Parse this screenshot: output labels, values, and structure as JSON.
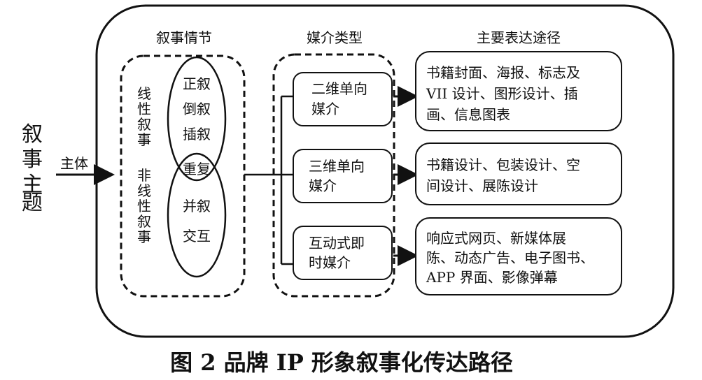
{
  "subject": {
    "chars": [
      "叙",
      "事",
      "主",
      "题"
    ]
  },
  "arrow_label": "主体",
  "columns": {
    "narrative_plot": "叙事情节",
    "media_type": "媒介类型",
    "expression": "主要表达途径"
  },
  "narrative": {
    "linear": [
      "线",
      "性",
      "叙",
      "事"
    ],
    "nonlinear": [
      "非",
      "线",
      "性",
      "叙",
      "事"
    ],
    "circle_top": [
      "正叙",
      "倒叙",
      "插叙"
    ],
    "overlap": "重复",
    "circle_bottom": [
      "并叙",
      "交互"
    ]
  },
  "media": [
    {
      "line1": "二维单向",
      "line2": "媒介"
    },
    {
      "line1": "三维单向",
      "line2": "媒介"
    },
    {
      "line1": "互动式即",
      "line2": "时媒介"
    }
  ],
  "expressions": [
    {
      "lines": [
        "书籍封面、海报、标志及",
        "VII 设计、图形设计、插",
        "画、信息图表"
      ]
    },
    {
      "lines": [
        "书籍设计、包装设计、空",
        "间设计、展陈设计"
      ]
    },
    {
      "lines": [
        "响应式网页、新媒体展",
        "陈、动态广告、电子图书、",
        "APP 界面、影像弹幕"
      ]
    }
  ],
  "caption": "图 2  品牌 IP 形象叙事化传达路径"
}
